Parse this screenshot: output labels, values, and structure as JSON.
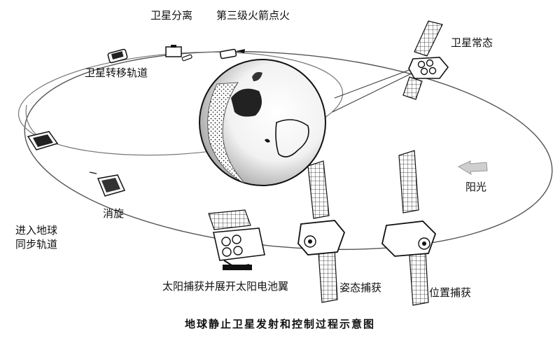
{
  "labels": {
    "satellite_separation": "卫星分离",
    "third_stage_ignition": "第三级火箭点火",
    "satellite_normal": "卫星常态",
    "transfer_orbit": "卫星转移轨道",
    "enter_sync_line1": "进入地球",
    "enter_sync_line2": "同步轨道",
    "despin": "消旋",
    "sun_acquisition": "太阳捕获并展开太阳电池翼",
    "attitude_acquisition": "姿态捕获",
    "position_acquisition": "位置捕获",
    "sunlight": "阳光"
  },
  "caption": "地球静止卫星发射和控制过程示意图"
}
